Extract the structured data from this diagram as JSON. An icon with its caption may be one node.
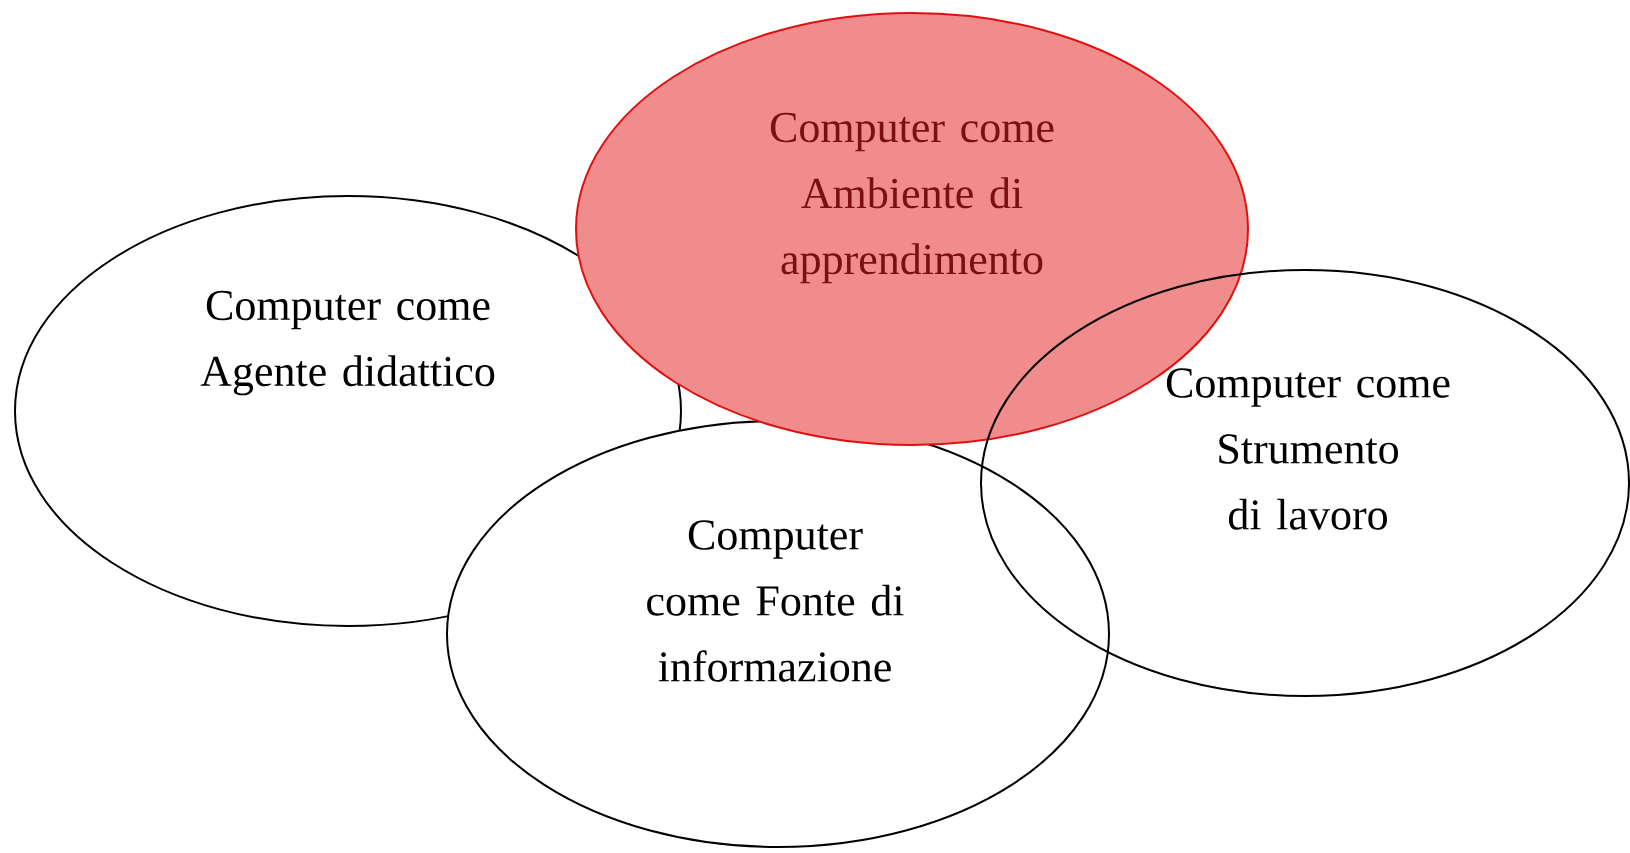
{
  "diagram": {
    "nodes": [
      {
        "text": [
          "Computer come Ambiente di apprendimento"
        ]
      },
      {
        "text": [
          "Computer come Agente didattico"
        ]
      },
      {
        "text": [
          "Computer come Strumento di lavoro"
        ]
      },
      {
        "text": [
          "Computer come Fonte di informazione"
        ]
      }
    ]
  }
}
